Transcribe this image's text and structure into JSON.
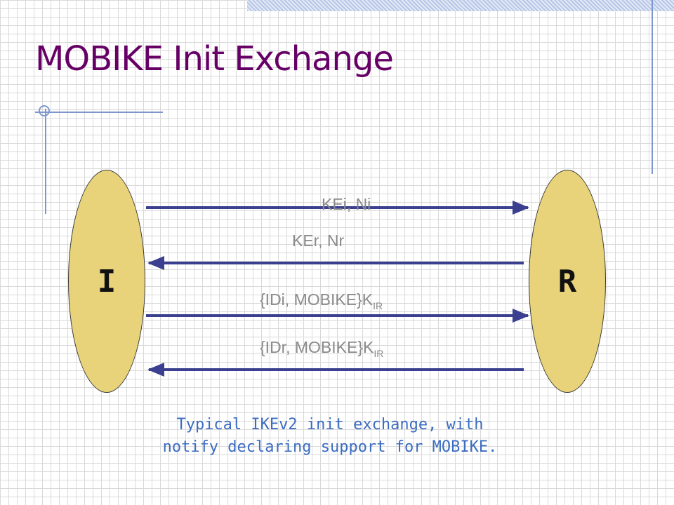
{
  "slide": {
    "title": "MOBIKE Init Exchange",
    "colors": {
      "title": "#660066",
      "accent": "#7f97cf",
      "party_fill": "#e8d37a",
      "arrow": "#3a3f8f",
      "caption": "#3b6cc1",
      "message_text": "#8a8a8a"
    }
  },
  "diagram": {
    "initiator_label": "I",
    "responder_label": "R",
    "messages": [
      {
        "text": "KEi, Ni",
        "subscript": "",
        "direction": "I-to-R"
      },
      {
        "text": "KEr, Nr",
        "subscript": "",
        "direction": "R-to-I"
      },
      {
        "text": "{IDi, MOBIKE}K",
        "subscript": "IR",
        "direction": "I-to-R"
      },
      {
        "text": "{IDr, MOBIKE}K",
        "subscript": "IR",
        "direction": "R-to-I"
      }
    ]
  },
  "caption": {
    "line1": "Typical IKEv2 init exchange, with",
    "line2": "notify declaring support for MOBIKE."
  }
}
